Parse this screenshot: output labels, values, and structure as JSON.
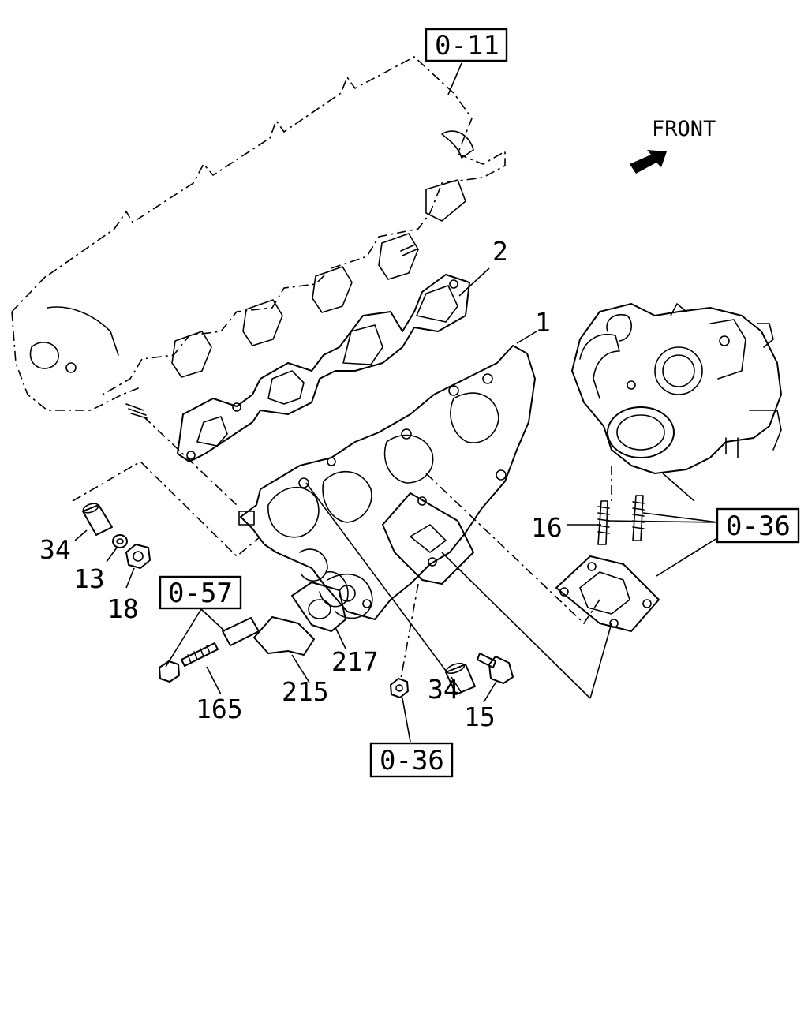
{
  "front_indicator": {
    "label": "FRONT",
    "arrow_icon": "front-arrow-icon"
  },
  "references": [
    {
      "id": "ref-0-11",
      "label": "0-11"
    },
    {
      "id": "ref-0-36-turbo",
      "label": "0-36"
    },
    {
      "id": "ref-0-57",
      "label": "0-57"
    },
    {
      "id": "ref-0-36-bottom",
      "label": "0-36"
    }
  ],
  "callouts": [
    {
      "id": "callout-2",
      "label": "2"
    },
    {
      "id": "callout-1",
      "label": "1"
    },
    {
      "id": "callout-16",
      "label": "16"
    },
    {
      "id": "callout-34-left",
      "label": "34"
    },
    {
      "id": "callout-13",
      "label": "13"
    },
    {
      "id": "callout-18",
      "label": "18"
    },
    {
      "id": "callout-217",
      "label": "217"
    },
    {
      "id": "callout-215",
      "label": "215"
    },
    {
      "id": "callout-165",
      "label": "165"
    },
    {
      "id": "callout-34-right",
      "label": "34"
    },
    {
      "id": "callout-15",
      "label": "15"
    }
  ],
  "colors": {
    "ink": "#000000",
    "paper": "#ffffff"
  }
}
